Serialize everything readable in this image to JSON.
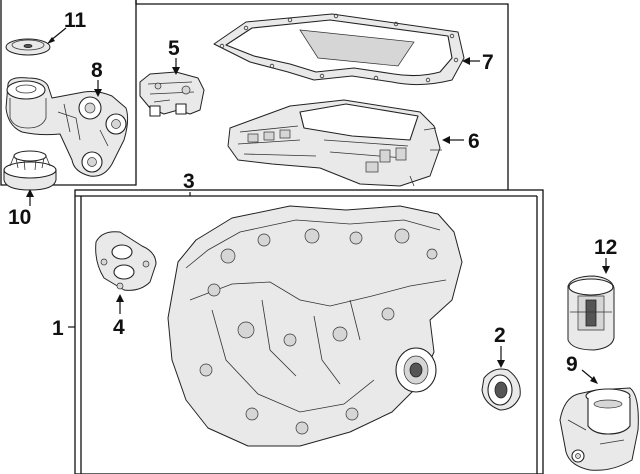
{
  "callouts": {
    "c1": "1",
    "c2": "2",
    "c3": "3",
    "c4": "4",
    "c5": "5",
    "c6": "6",
    "c7": "7",
    "c8": "8",
    "c9": "9",
    "c10": "10",
    "c11": "11",
    "c12": "12"
  },
  "parts": [
    {
      "id": "transaxle-assembly",
      "callout": "1"
    },
    {
      "id": "oil-seal",
      "callout": "2"
    },
    {
      "id": "transaxle-case",
      "callout": "3"
    },
    {
      "id": "gasket-plate",
      "callout": "4"
    },
    {
      "id": "sensor-bracket",
      "callout": "5"
    },
    {
      "id": "valve-body",
      "callout": "6"
    },
    {
      "id": "oil-pan",
      "callout": "7"
    },
    {
      "id": "mount-bracket",
      "callout": "8"
    },
    {
      "id": "rear-mount",
      "callout": "9"
    },
    {
      "id": "insulator",
      "callout": "10"
    },
    {
      "id": "washer",
      "callout": "11"
    },
    {
      "id": "mount-insulator",
      "callout": "12"
    }
  ]
}
